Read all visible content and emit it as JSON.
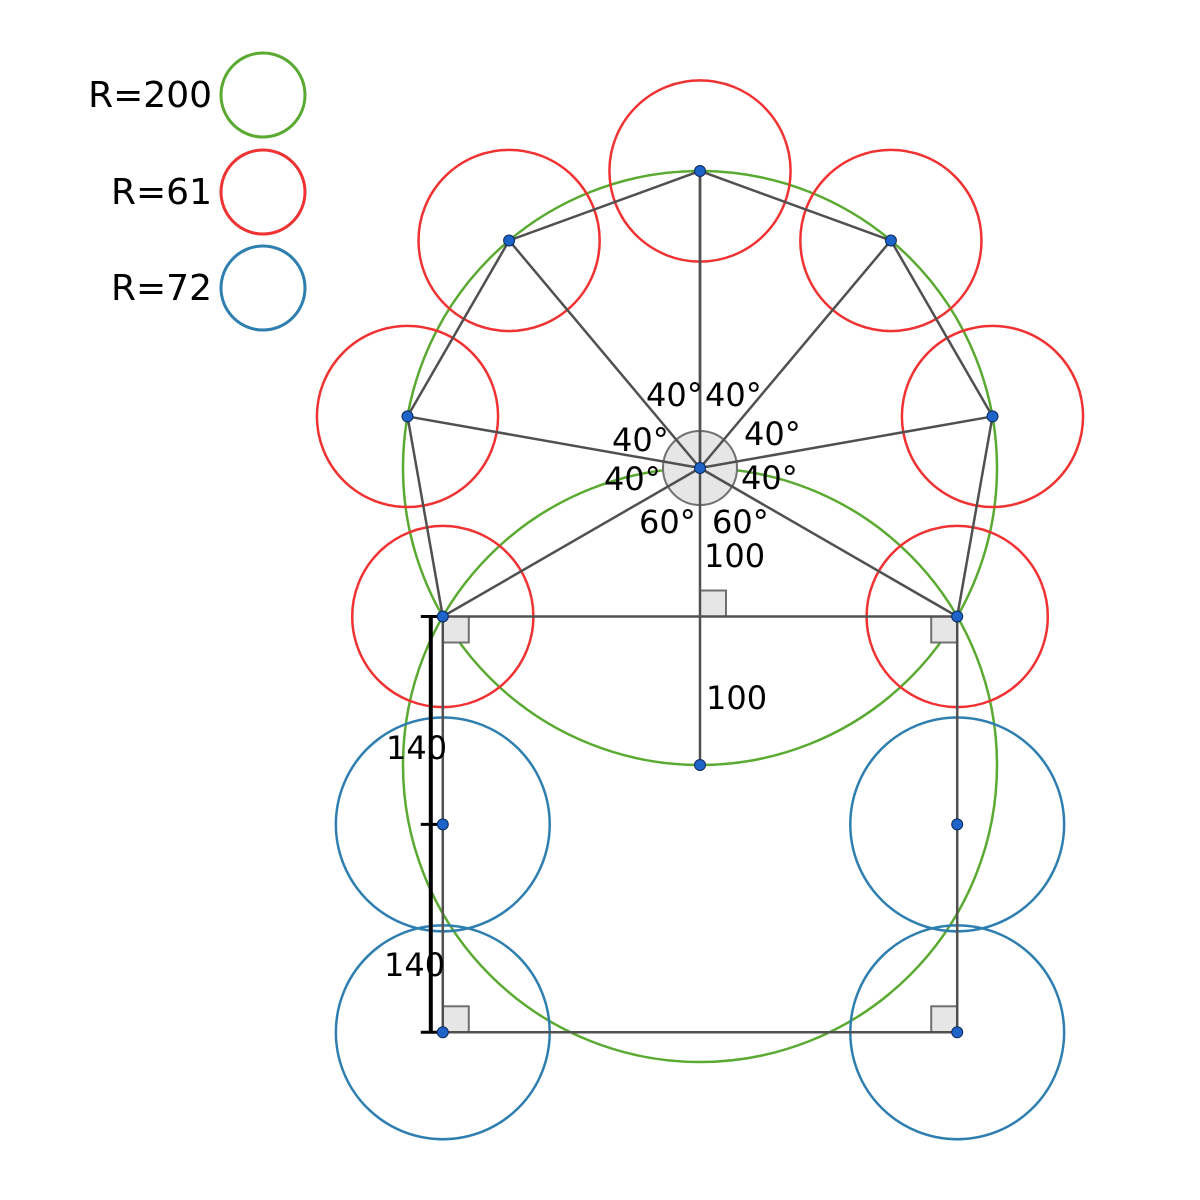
{
  "legend": [
    {
      "label": "R=200",
      "color": "#5aaa32"
    },
    {
      "label": "R=61",
      "color": "#f03232"
    },
    {
      "label": "R=72",
      "color": "#2e7fb0"
    }
  ],
  "radii": {
    "green": 200,
    "red": 61,
    "blue": 72
  },
  "angle_labels": {
    "top_left": "40°",
    "top_right": "40°",
    "mid_left_upper": "40°",
    "mid_right_upper": "40°",
    "mid_left_lower": "40°",
    "mid_right_lower": "40°",
    "bottom_left": "60°",
    "bottom_right": "60°"
  },
  "distance_labels": {
    "center_to_chord": "100",
    "chord_to_lower_point": "100",
    "upper_side": "140",
    "lower_side": "140"
  },
  "colors": {
    "line": "#505050",
    "point": "#1e64c8",
    "marker": "#e6e6e6"
  }
}
